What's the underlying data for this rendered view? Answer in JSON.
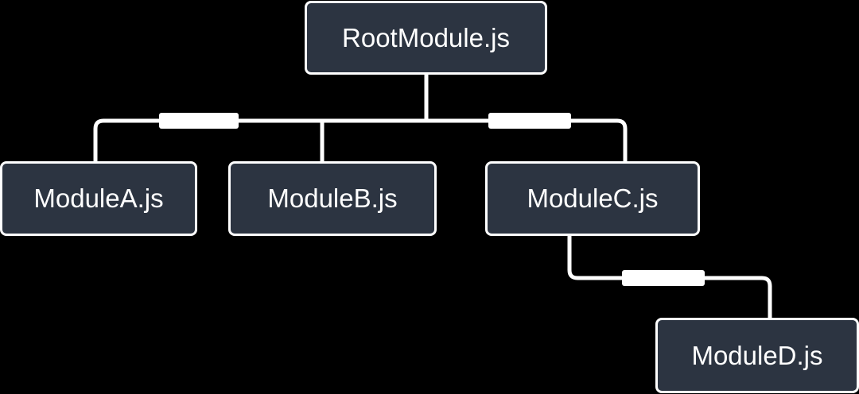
{
  "diagram": {
    "nodes": {
      "root": "RootModule.js",
      "a": "ModuleA.js",
      "b": "ModuleB.js",
      "c": "ModuleC.js",
      "d": "ModuleD.js"
    },
    "edge_labels": {
      "root_a": "",
      "root_c": "",
      "c_d": ""
    },
    "colors": {
      "background": "#000000",
      "node_fill": "#2c3441",
      "node_border": "#ffffff",
      "edge": "#ffffff"
    }
  }
}
